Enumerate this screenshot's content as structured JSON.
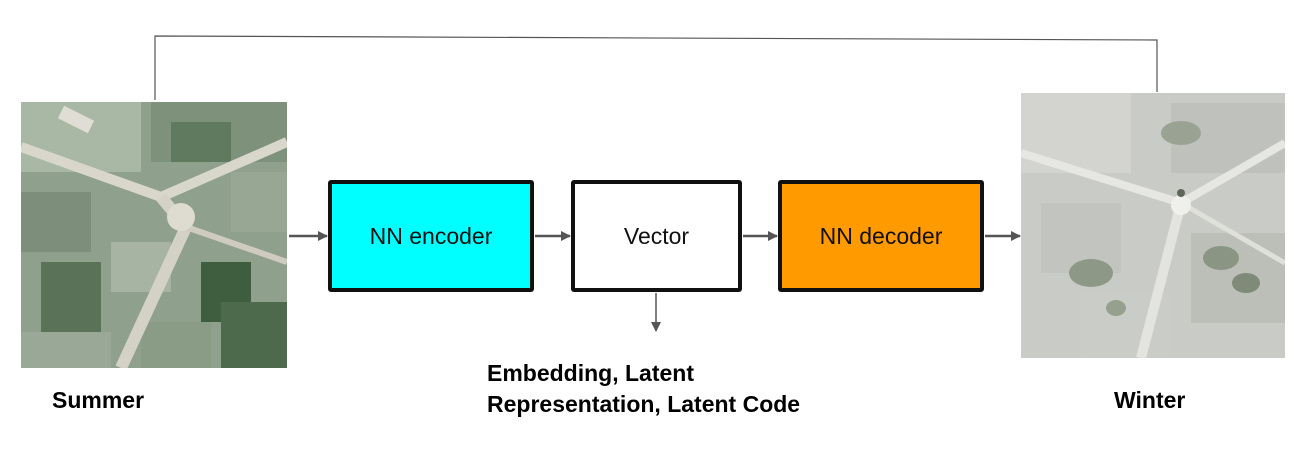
{
  "images": {
    "summer": {
      "icon": "satellite-image-summer"
    },
    "winter": {
      "icon": "satellite-image-winter"
    }
  },
  "labels": {
    "summer": "Summer",
    "winter": "Winter",
    "embedding_line1": "Embedding, Latent",
    "embedding_line2": "Representation, Latent Code"
  },
  "boxes": {
    "encoder": {
      "label": "NN encoder",
      "color": "#00FFFF"
    },
    "vector": {
      "label": "Vector",
      "color": "#FFFFFF"
    },
    "decoder": {
      "label": "NN decoder",
      "color": "#FF9A00"
    }
  },
  "colors": {
    "arrow": "#555555",
    "border": "#111111"
  }
}
